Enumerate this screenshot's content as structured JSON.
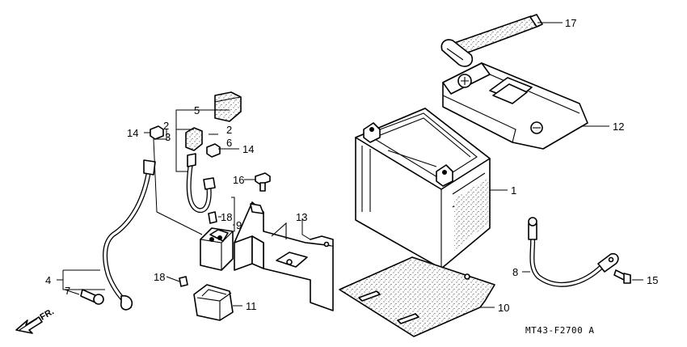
{
  "diagram": {
    "code": "MT43-F2700 A",
    "direction_label": "FR.",
    "callouts": {
      "c1": "1",
      "c2a": "2",
      "c2b": "2",
      "c3": "3",
      "c4": "4",
      "c5": "5",
      "c6": "6",
      "c7": "7",
      "c8": "8",
      "c9": "9",
      "c10": "10",
      "c11": "11",
      "c12": "12",
      "c13": "13",
      "c14a": "14",
      "c14b": "14",
      "c15": "15",
      "c16": "16",
      "c17": "17",
      "c18a": "18",
      "c18b": "18"
    }
  }
}
